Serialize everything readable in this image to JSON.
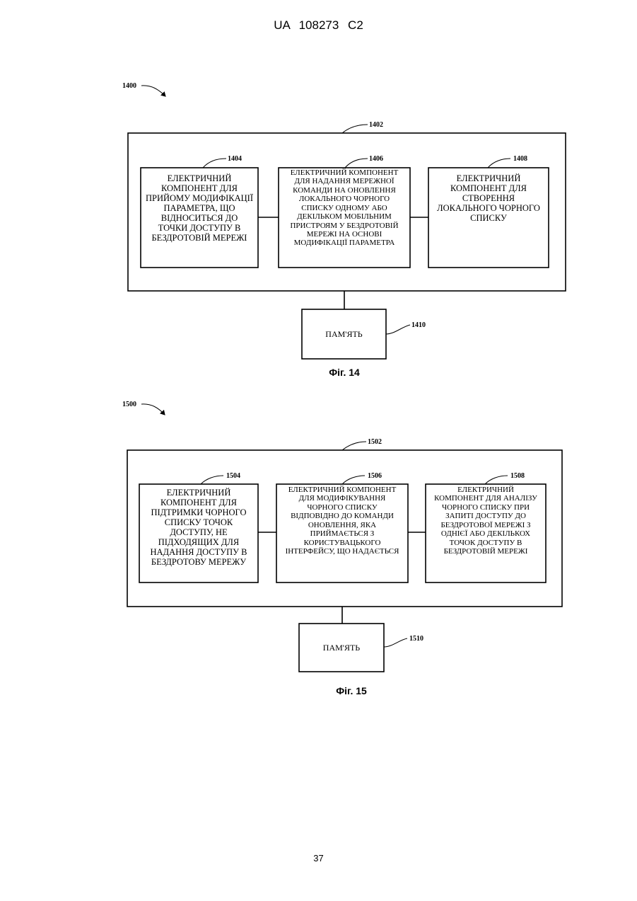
{
  "header": {
    "text": "UA 108273 C2"
  },
  "page_number": "37",
  "figures": [
    {
      "ref": "1400",
      "outer_ref": "1402",
      "caption": "Фіг. 14",
      "components": [
        {
          "ref": "1404",
          "lines": [
            "ЕЛЕКТРИЧНИЙ",
            "КОМПОНЕНТ ДЛЯ",
            "ПРИЙОМУ МОДИФІКАЦІЇ",
            "ПАРАМЕТРА, ЩО",
            "ВІДНОСИТЬСЯ ДО",
            "ТОЧКИ ДОСТУПУ В",
            "БЕЗДРОТОВІЙ МЕРЕЖІ"
          ]
        },
        {
          "ref": "1406",
          "lines": [
            "ЕЛЕКТРИЧНИЙ КОМПОНЕНТ",
            "ДЛЯ НАДАННЯ МЕРЕЖНОЇ",
            "КОМАНДИ НА ОНОВЛЕННЯ",
            "ЛОКАЛЬНОГО ЧОРНОГО",
            "СПИСКУ ОДНОМУ АБО",
            "ДЕКІЛЬКОМ МОБІЛЬНИМ",
            "ПРИСТРОЯМ У БЕЗДРОТОВІЙ",
            "МЕРЕЖІ НА ОСНОВІ",
            "МОДИФІКАЦІЇ ПАРАМЕТРА"
          ]
        },
        {
          "ref": "1408",
          "lines": [
            "ЕЛЕКТРИЧНИЙ",
            "КОМПОНЕНТ ДЛЯ",
            "СТВОРЕННЯ",
            "ЛОКАЛЬНОГО ЧОРНОГО",
            "СПИСКУ"
          ]
        }
      ],
      "memory": {
        "ref": "1410",
        "label": "ПАМ'ЯТЬ"
      }
    },
    {
      "ref": "1500",
      "outer_ref": "1502",
      "caption": "Фіг. 15",
      "components": [
        {
          "ref": "1504",
          "lines": [
            "ЕЛЕКТРИЧНИЙ",
            "КОМПОНЕНТ ДЛЯ",
            "ПІДТРИМКИ ЧОРНОГО",
            "СПИСКУ ТОЧОК",
            "ДОСТУПУ, НЕ",
            "ПІДХОДЯЩИХ ДЛЯ",
            "НАДАННЯ ДОСТУПУ В",
            "БЕЗДРОТОВУ МЕРЕЖУ"
          ]
        },
        {
          "ref": "1506",
          "lines": [
            "ЕЛЕКТРИЧНИЙ КОМПОНЕНТ",
            "ДЛЯ МОДИФІКУВАННЯ",
            "ЧОРНОГО СПИСКУ",
            "ВІДПОВІДНО ДО КОМАНДИ",
            "ОНОВЛЕННЯ, ЯКА",
            "ПРИЙМАЄТЬСЯ З",
            "КОРИСТУВАЦЬКОГО",
            "ІНТЕРФЕЙСУ, ЩО НАДАЄТЬСЯ"
          ]
        },
        {
          "ref": "1508",
          "lines": [
            "ЕЛЕКТРИЧНИЙ",
            "КОМПОНЕНТ ДЛЯ АНАЛІЗУ",
            "ЧОРНОГО СПИСКУ ПРИ",
            "ЗАПИТІ ДОСТУПУ ДО",
            "БЕЗДРОТОВОЇ МЕРЕЖІ З",
            "ОДНІЄЇ АБО ДЕКІЛЬКОХ",
            "ТОЧОК ДОСТУПУ В",
            "БЕЗДРОТОВІЙ МЕРЕЖІ"
          ]
        }
      ],
      "memory": {
        "ref": "1510",
        "label": "ПАМ'ЯТЬ"
      }
    }
  ]
}
